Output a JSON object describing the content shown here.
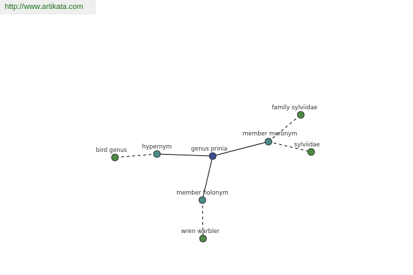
{
  "watermark": {
    "url_text": "http://www.artikata.com"
  },
  "colors": {
    "center_node": "#3d4f8f",
    "relation_node": "#4a8b86",
    "term_node": "#4f8a45",
    "node_stroke": "#222222",
    "edge": "#000000",
    "url_text": "#1e6f1e",
    "label_text": "#333333"
  },
  "graph": {
    "nodes": [
      {
        "id": "genus-prinia",
        "label": "genus prinia",
        "kind": "center"
      },
      {
        "id": "hypernym",
        "label": "hypernym",
        "kind": "relation"
      },
      {
        "id": "member-meronym",
        "label": "member meronym",
        "kind": "relation"
      },
      {
        "id": "member-holonym",
        "label": "member holonym",
        "kind": "relation"
      },
      {
        "id": "bird-genus",
        "label": "bird genus",
        "kind": "term"
      },
      {
        "id": "family-sylviidae",
        "label": "family sylviidae",
        "kind": "term"
      },
      {
        "id": "sylviidae",
        "label": "sylviidae",
        "kind": "term"
      },
      {
        "id": "wren-warbler",
        "label": "wren warbler",
        "kind": "term"
      }
    ],
    "edges": [
      {
        "from": "genus-prinia",
        "to": "hypernym",
        "style": "solid"
      },
      {
        "from": "genus-prinia",
        "to": "member-meronym",
        "style": "solid"
      },
      {
        "from": "genus-prinia",
        "to": "member-holonym",
        "style": "solid"
      },
      {
        "from": "hypernym",
        "to": "bird-genus",
        "style": "dashed"
      },
      {
        "from": "member-meronym",
        "to": "family-sylviidae",
        "style": "dashed"
      },
      {
        "from": "member-meronym",
        "to": "sylviidae",
        "style": "dashed"
      },
      {
        "from": "member-holonym",
        "to": "wren-warbler",
        "style": "dashed"
      }
    ]
  }
}
